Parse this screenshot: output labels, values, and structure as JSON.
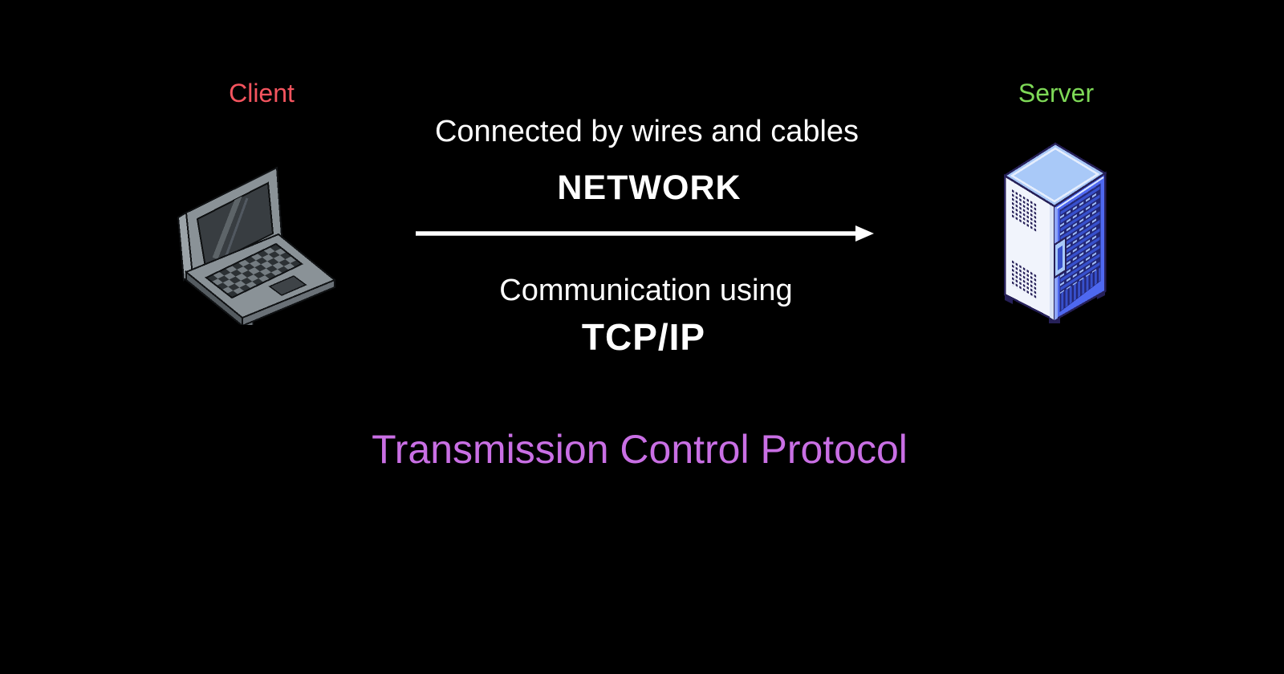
{
  "diagram": {
    "background": "#000000",
    "client": {
      "label": "Client",
      "color": "#F4545E",
      "icon": "laptop-icon"
    },
    "server": {
      "label": "Server",
      "color": "#7ED957",
      "icon": "server-rack-icon"
    },
    "link": {
      "caption_top": "Connected by wires and cables",
      "title_top": "NETWORK",
      "caption_bottom": "Communication using",
      "title_bottom": "TCP/IP",
      "arrow": {
        "direction": "right",
        "color": "#FFFFFF"
      }
    },
    "footnote": {
      "label": "Transmission Control Protocol",
      "color": "#C96FE4"
    }
  }
}
